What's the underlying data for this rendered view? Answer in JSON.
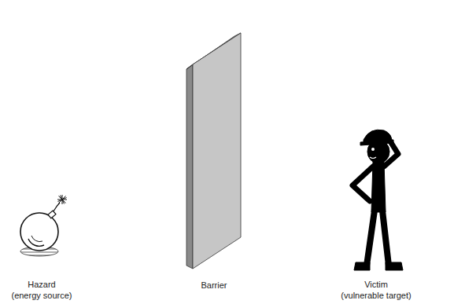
{
  "diagram": {
    "labels": [
      "Hazard (energy source)",
      "Barrier",
      "Victim (vulnerable target)"
    ]
  }
}
